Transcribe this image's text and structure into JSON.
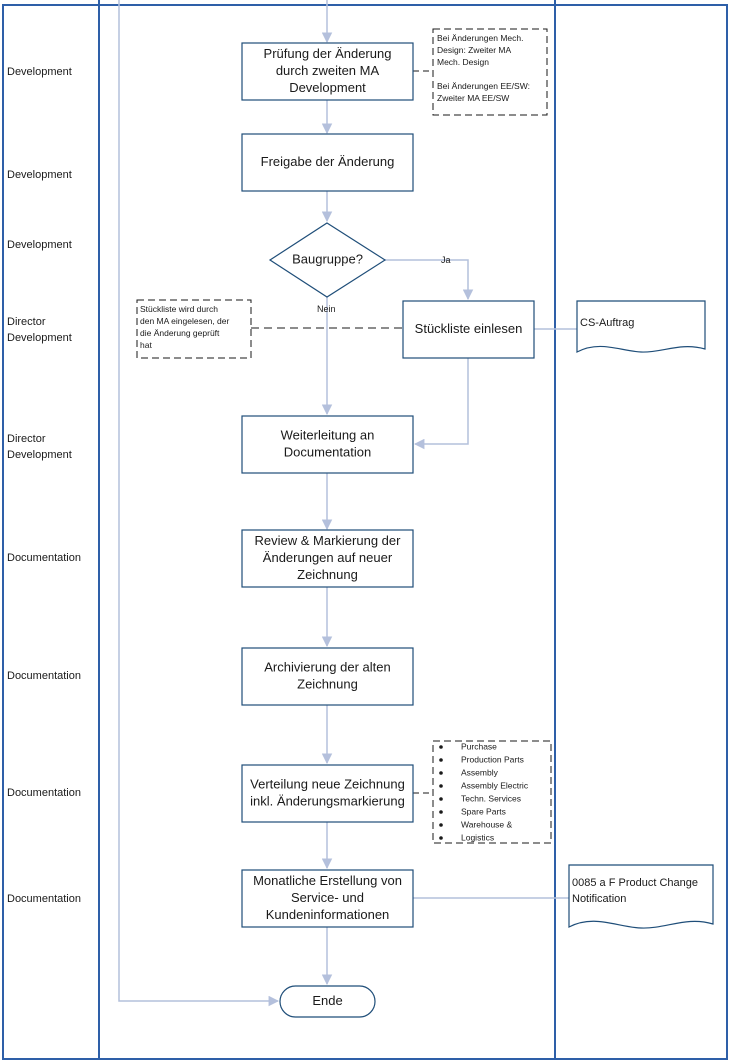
{
  "lanes": [
    {
      "label": [
        "Development"
      ]
    },
    {
      "label": [
        "Development"
      ]
    },
    {
      "label": [
        "Development"
      ]
    },
    {
      "label": [
        "Director",
        "Development"
      ]
    },
    {
      "label": [
        "Director",
        "Development"
      ]
    },
    {
      "label": [
        "Documentation"
      ]
    },
    {
      "label": [
        "Documentation"
      ]
    },
    {
      "label": [
        "Documentation"
      ]
    },
    {
      "label": [
        "Documentation"
      ]
    }
  ],
  "steps": {
    "pruefung": [
      "Prüfung der Änderung",
      "durch zweiten MA",
      "Development"
    ],
    "freigabe": [
      "Freigabe der Änderung"
    ],
    "baugruppe": [
      "Baugruppe?"
    ],
    "stueckliste": [
      "Stückliste einlesen"
    ],
    "weiterleitung": [
      "Weiterleitung an",
      "Documentation"
    ],
    "review": [
      "Review & Markierung der",
      "Änderungen auf neuer",
      "Zeichnung"
    ],
    "archivierung": [
      "Archivierung der alten",
      "Zeichnung"
    ],
    "verteilung": [
      "Verteilung neue Zeichnung",
      "inkl. Änderungsmarkierung"
    ],
    "monatlich": [
      "Monatliche Erstellung von",
      "Service- und",
      "Kundeninformationen"
    ],
    "ende": [
      "Ende"
    ]
  },
  "branches": {
    "yes": "Ja",
    "no": "Nein"
  },
  "notes": {
    "mech": [
      "Bei Änderungen Mech.",
      "Design: Zweiter MA",
      "Mech. Design",
      "",
      "Bei Änderungen EE/SW:",
      "Zweiter MA EE/SW"
    ],
    "stueckliste": [
      "Stückliste wird durch",
      "den MA eingelesen, der",
      "die Änderung geprüft",
      "hat"
    ],
    "distribution": [
      "Purchase",
      "Production Parts",
      "Assembly",
      "Assembly Electric",
      "Techn. Services",
      "Spare Parts",
      "Warehouse &",
      "Logistics"
    ]
  },
  "documents": {
    "cs_auftrag": [
      "CS-Auftrag"
    ],
    "product_change": [
      "0085 a F Product Change",
      "Notification"
    ]
  },
  "colors": {
    "lane_border": "#2e5fa8",
    "box_border": "#1f4e79",
    "connector": "#b4c0dc",
    "dashed": "#1a1a1a"
  }
}
